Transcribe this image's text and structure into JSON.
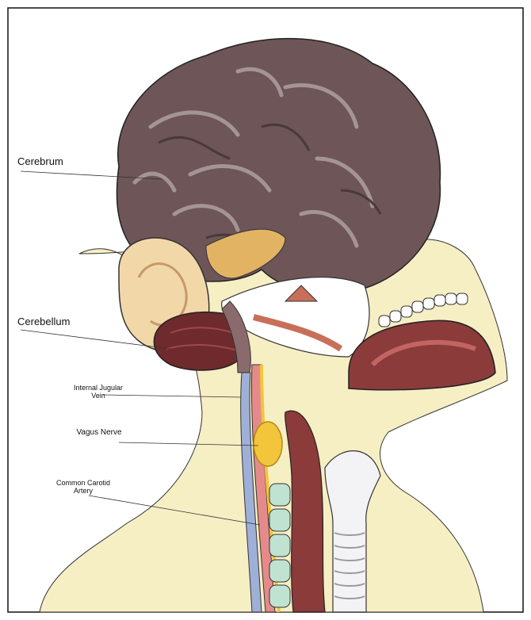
{
  "labels": {
    "cerebrum": "Cerebrum",
    "cerebellum": "Cerebellum",
    "internal_jugular_vein_line1": "Internal Jugular",
    "internal_jugular_vein_line2": "Vein",
    "vagus_nerve": "Vagus Nerve",
    "common_carotid_artery_line1": "Common Carotid",
    "common_carotid_artery_line2": "Artery"
  },
  "colors": {
    "skin": "#f7efc4",
    "brain": "#6d5558",
    "brain_highlight": "#a59496",
    "cerebellum": "#6e2a2c",
    "artery": "#e58a8a",
    "vein": "#9fb0d8",
    "nerve": "#f2c53a",
    "spine": "#bfe3d0",
    "muscle": "#8a3b3a",
    "trachea": "#e8e8f0"
  }
}
